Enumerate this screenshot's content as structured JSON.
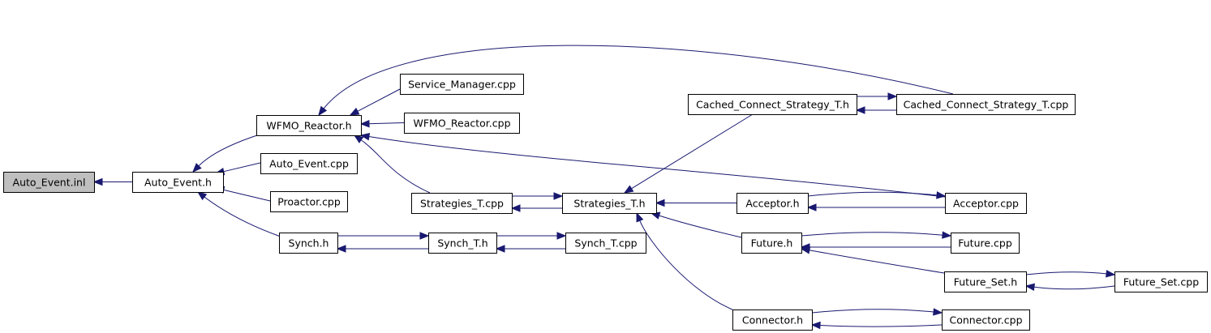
{
  "diagram": {
    "colors": {
      "edge": "#191970",
      "node_fill": "#ffffff",
      "highlight_fill": "#bfbfbf",
      "border": "#000000"
    },
    "nodes": [
      {
        "id": "auto_event_inl",
        "label": "Auto_Event.inl",
        "highlight": true
      },
      {
        "id": "auto_event_h",
        "label": "Auto_Event.h"
      },
      {
        "id": "wfmo_reactor_h",
        "label": "WFMO_Reactor.h"
      },
      {
        "id": "auto_event_cpp",
        "label": "Auto_Event.cpp"
      },
      {
        "id": "proactor_cpp",
        "label": "Proactor.cpp"
      },
      {
        "id": "synch_h",
        "label": "Synch.h"
      },
      {
        "id": "service_manager_cpp",
        "label": "Service_Manager.cpp"
      },
      {
        "id": "wfmo_reactor_cpp",
        "label": "WFMO_Reactor.cpp"
      },
      {
        "id": "strategies_t_cpp",
        "label": "Strategies_T.cpp"
      },
      {
        "id": "synch_t_h",
        "label": "Synch_T.h"
      },
      {
        "id": "strategies_t_h",
        "label": "Strategies_T.h"
      },
      {
        "id": "synch_t_cpp",
        "label": "Synch_T.cpp"
      },
      {
        "id": "cached_connect_strategy_t_h",
        "label": "Cached_Connect_Strategy_T.h"
      },
      {
        "id": "cached_connect_strategy_t_cpp",
        "label": "Cached_Connect_Strategy_T.cpp"
      },
      {
        "id": "acceptor_h",
        "label": "Acceptor.h"
      },
      {
        "id": "acceptor_cpp",
        "label": "Acceptor.cpp"
      },
      {
        "id": "future_h",
        "label": "Future.h"
      },
      {
        "id": "future_cpp",
        "label": "Future.cpp"
      },
      {
        "id": "future_set_h",
        "label": "Future_Set.h"
      },
      {
        "id": "future_set_cpp",
        "label": "Future_Set.cpp"
      },
      {
        "id": "connector_h",
        "label": "Connector.h"
      },
      {
        "id": "connector_cpp",
        "label": "Connector.cpp"
      }
    ],
    "edges": [
      {
        "from": "auto_event_h",
        "to": "auto_event_inl"
      },
      {
        "from": "wfmo_reactor_h",
        "to": "auto_event_h"
      },
      {
        "from": "auto_event_cpp",
        "to": "auto_event_h"
      },
      {
        "from": "proactor_cpp",
        "to": "auto_event_h"
      },
      {
        "from": "synch_h",
        "to": "auto_event_h"
      },
      {
        "from": "service_manager_cpp",
        "to": "wfmo_reactor_h"
      },
      {
        "from": "wfmo_reactor_cpp",
        "to": "wfmo_reactor_h"
      },
      {
        "from": "strategies_t_cpp",
        "to": "wfmo_reactor_h"
      },
      {
        "from": "acceptor_cpp",
        "to": "wfmo_reactor_h"
      },
      {
        "from": "cached_connect_strategy_t_cpp",
        "to": "wfmo_reactor_h"
      },
      {
        "from": "synch_h",
        "to": "synch_t_h"
      },
      {
        "from": "synch_t_h",
        "to": "synch_h"
      },
      {
        "from": "synch_t_h",
        "to": "synch_t_cpp"
      },
      {
        "from": "synch_t_cpp",
        "to": "synch_t_h"
      },
      {
        "from": "strategies_t_cpp",
        "to": "strategies_t_h"
      },
      {
        "from": "strategies_t_h",
        "to": "strategies_t_cpp"
      },
      {
        "from": "cached_connect_strategy_t_h",
        "to": "strategies_t_h"
      },
      {
        "from": "acceptor_h",
        "to": "strategies_t_h"
      },
      {
        "from": "future_h",
        "to": "strategies_t_h"
      },
      {
        "from": "connector_h",
        "to": "strategies_t_h"
      },
      {
        "from": "cached_connect_strategy_t_h",
        "to": "cached_connect_strategy_t_cpp"
      },
      {
        "from": "cached_connect_strategy_t_cpp",
        "to": "cached_connect_strategy_t_h"
      },
      {
        "from": "acceptor_h",
        "to": "acceptor_cpp"
      },
      {
        "from": "acceptor_cpp",
        "to": "acceptor_h"
      },
      {
        "from": "future_h",
        "to": "future_cpp"
      },
      {
        "from": "future_cpp",
        "to": "future_h"
      },
      {
        "from": "future_set_h",
        "to": "future_h"
      },
      {
        "from": "future_set_h",
        "to": "future_set_cpp"
      },
      {
        "from": "future_set_cpp",
        "to": "future_set_h"
      },
      {
        "from": "connector_h",
        "to": "connector_cpp"
      },
      {
        "from": "connector_cpp",
        "to": "connector_h"
      }
    ]
  }
}
